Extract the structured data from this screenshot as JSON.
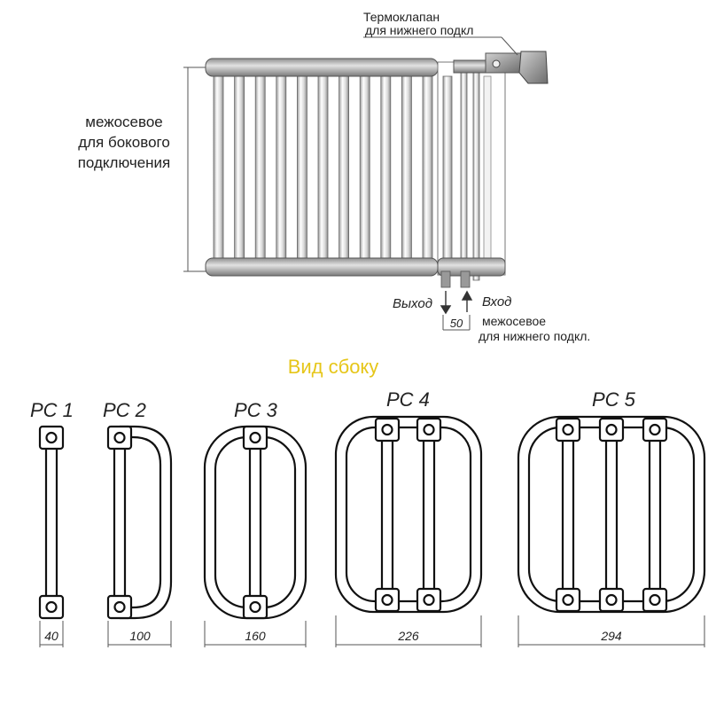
{
  "front_view": {
    "thermovalve_label_line1": "Термоклапан",
    "thermovalve_label_line2": "для нижнего подкл",
    "side_center_label_line1": "межосевое",
    "side_center_label_line2": "для бокового",
    "side_center_label_line3": "подключения",
    "outlet_label": "Выход",
    "inlet_label": "Вход",
    "bottom_center_value": "50",
    "bottom_center_label_line1": "межосевое",
    "bottom_center_label_line2": "для нижнего подкл.",
    "section_count": 11
  },
  "side_view": {
    "title": "Вид сбоку",
    "title_color": "#e6c619",
    "models": [
      {
        "name": "РС 1",
        "depth": "40",
        "columns": 1
      },
      {
        "name": "РС 2",
        "depth": "100",
        "columns": 2
      },
      {
        "name": "РС 3",
        "depth": "160",
        "columns": 3
      },
      {
        "name": "РС 4",
        "depth": "226",
        "columns": 4
      },
      {
        "name": "РС 5",
        "depth": "294",
        "columns": 5
      }
    ]
  }
}
